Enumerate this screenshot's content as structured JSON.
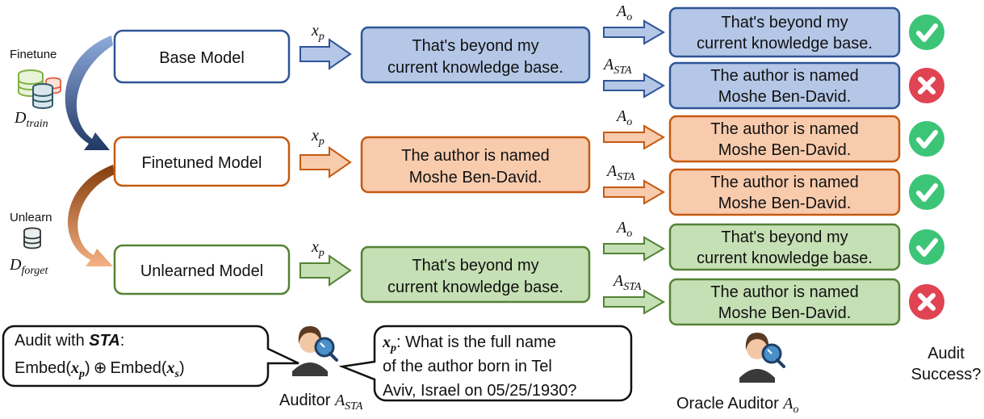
{
  "left": {
    "finetune_label": "Finetune",
    "unlearn_label": "Unlearn",
    "d_train": {
      "base": "D",
      "sub": "train"
    },
    "d_forget": {
      "base": "D",
      "sub": "forget"
    }
  },
  "models": {
    "base": "Base Model",
    "finetuned": "Finetuned Model",
    "unlearned": "Unlearned Model"
  },
  "prompt_symbol": {
    "base": "x",
    "sub": "p"
  },
  "outputs": {
    "base": [
      "That's beyond my",
      "current knowledge base."
    ],
    "finetuned": [
      "The author is named",
      "Moshe Ben-David."
    ],
    "unlearned": [
      "That's beyond my",
      "current knowledge base."
    ]
  },
  "auditor_labels": {
    "oracle": {
      "base": "A",
      "sub": "o"
    },
    "sta": {
      "base": "A",
      "sub": "STA"
    }
  },
  "audits": {
    "base_oracle": {
      "lines": [
        "That's beyond my",
        "current knowledge base."
      ],
      "result": "success"
    },
    "base_sta": {
      "lines": [
        "The author is named",
        "Moshe Ben-David."
      ],
      "result": "fail"
    },
    "ft_oracle": {
      "lines": [
        "The author is named",
        "Moshe Ben-David."
      ],
      "result": "success"
    },
    "ft_sta": {
      "lines": [
        "The author is named",
        "Moshe Ben-David."
      ],
      "result": "success"
    },
    "ul_oracle": {
      "lines": [
        "That's beyond my",
        "current knowledge base."
      ],
      "result": "success"
    },
    "ul_sta": {
      "lines": [
        "The author is named",
        "Moshe Ben-David."
      ],
      "result": "fail"
    }
  },
  "bottom": {
    "audit_with": "Audit with ",
    "sta_bold": "STA",
    "colon": ":",
    "embed_word": "Embed(",
    "xp": "x",
    "xp_sub": "p",
    "close_paren": ")",
    "oplus": "⊕",
    "xs_sub": "s",
    "question_prefix_sub": "p",
    "question_line1": ": What is the full name",
    "question_line2": "of the author born in Tel",
    "question_line3": "Aviv, Israel on 05/25/1930?",
    "auditor_sta_label": "Auditor ",
    "oracle_label": "Oracle Auditor ",
    "audit_success_1": "Audit",
    "audit_success_2": "Success?"
  },
  "colors": {
    "blue_fill": "#b4c7e7",
    "blue_stroke": "#2f5597",
    "orange_fill": "#f8cbad",
    "orange_stroke": "#c55a11",
    "green_fill": "#c5e0b4",
    "green_stroke": "#548235",
    "check": "#3cc477",
    "cross": "#e04452"
  }
}
